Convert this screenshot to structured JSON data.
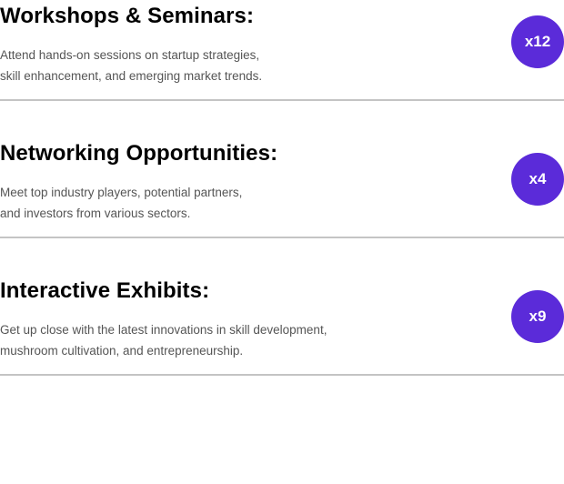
{
  "items": [
    {
      "title": "Workshops & Seminars:",
      "line1": "Attend hands-on sessions on startup strategies,",
      "line2": "skill enhancement, and emerging market trends.",
      "badge": "x12"
    },
    {
      "title": "Networking Opportunities:",
      "line1": "Meet top industry players, potential partners,",
      "line2": "and investors from various sectors.",
      "badge": "x4"
    },
    {
      "title": "Interactive Exhibits:",
      "line1": "Get up close with the latest innovations in skill development,",
      "line2": "mushroom cultivation, and entrepreneurship.",
      "badge": "x9"
    }
  ],
  "colors": {
    "accent": "#5b2bd9",
    "divider": "#c4c4c4"
  }
}
